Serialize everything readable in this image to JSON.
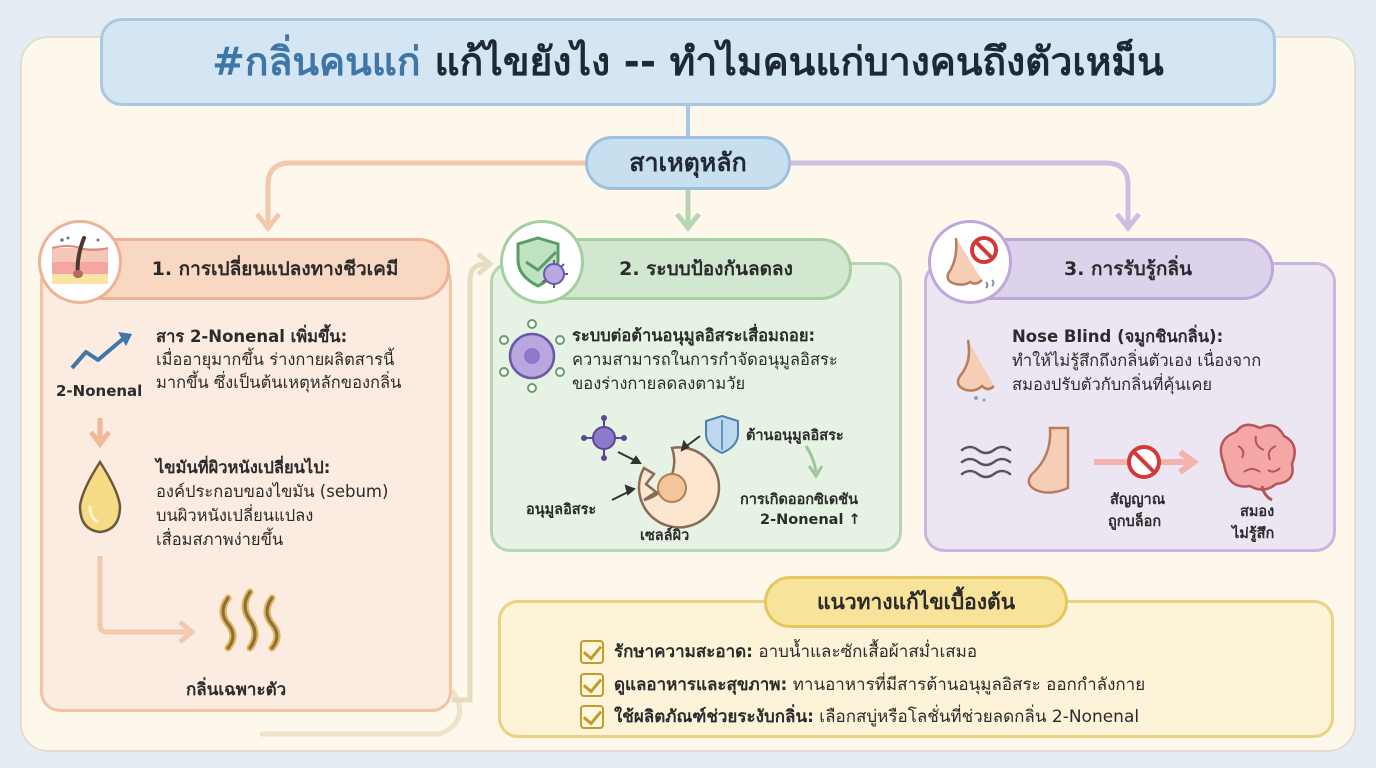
{
  "title": {
    "hashtag": "#กลิ่นคนแก่",
    "rest": "แก้ไขยังไง -- ทำไมคนแก่บางคนถึงตัวเหม็น"
  },
  "main_cause": "สาเหตุหลัก",
  "cause1": {
    "header": "1. การเปลี่ยนแปลงทางชีวเคมี",
    "item1": {
      "icon_label": "2-Nonenal",
      "heading": "สาร 2-Nonenal เพิ่มขึ้น:",
      "lines": [
        "เมื่ออายุมากขึ้น ร่างกายผลิตสารนี้",
        "มากขึ้น ซึ่งเป็นต้นเหตุหลักของกลิ่น"
      ]
    },
    "item2": {
      "heading": "ไขมันที่ผิวหนังเปลี่ยนไป:",
      "lines": [
        "องค์ประกอบของไขมัน (sebum)",
        "บนผิวหนังเปลี่ยนแปลง",
        "เสื่อมสภาพง่ายขึ้น"
      ]
    },
    "result": "กลิ่นเฉพาะตัว"
  },
  "cause2": {
    "header": "2. ระบบป้องกันลดลง",
    "heading": "ระบบต่อต้านอนุมูลอิสระเสื่อมถอย:",
    "lines": [
      "ความสามารถในการกำจัดอนุมูลอิสระ",
      "ของร่างกายลดลงตามวัย"
    ],
    "antioxidant_label": "ต้านอนุมูลอิสระ",
    "free_radical_label": "อนุมูลอิสระ",
    "skin_cell_label": "เซลล์ผิว",
    "oxidation_label_1": "การเกิดออกซิเดชัน",
    "oxidation_label_2": "2-Nonenal ↑"
  },
  "cause3": {
    "header": "3. การรับรู้กลิ่น",
    "heading": "Nose Blind (จมูกชินกลิ่น):",
    "lines": [
      "ทำให้ไม่รู้สึกถึงกลิ่นตัวเอง เนื่องจาก",
      "สมองปรับตัวกับกลิ่นที่คุ้นเคย"
    ],
    "signal_label_1": "สัญญาณ",
    "signal_label_2": "ถูกบล็อก",
    "brain_label_1": "สมอง",
    "brain_label_2": "ไม่รู้สึก"
  },
  "solutions": {
    "header": "แนวทางแก้ไขเบื้องต้น",
    "items": [
      {
        "bold": "รักษาความสะอาด:",
        "text": "อาบน้ำและซักเสื้อผ้าสม่ำเสมอ"
      },
      {
        "bold": "ดูแลอาหารและสุขภาพ:",
        "text": "ทานอาหารที่มีสารต้านอนุมูลอิสระ ออกกำลังกาย"
      },
      {
        "bold": "ใช้ผลิตภัณฑ์ช่วยระงับกลิ่น:",
        "text": "เลือกสบู่หรือโลชั่นที่ช่วยลดกลิ่น 2-Nonenal"
      }
    ]
  },
  "colors": {
    "cause1": "#f2c3a5",
    "cause2": "#b6d6b3",
    "cause3": "#c7b6dd",
    "main_cause": "#c8dff0",
    "solution": "#f8e39a",
    "title_accent": "#3f76a8"
  },
  "icons": [
    "skin-hair-icon",
    "shield-virus-icon",
    "nose-blocked-icon",
    "trend-up-icon",
    "oil-drop-icon",
    "odor-wave-icon",
    "free-radical-icon",
    "skin-cell-icon",
    "nose-icon",
    "brain-icon",
    "blocked-sign-icon",
    "check-icon"
  ]
}
